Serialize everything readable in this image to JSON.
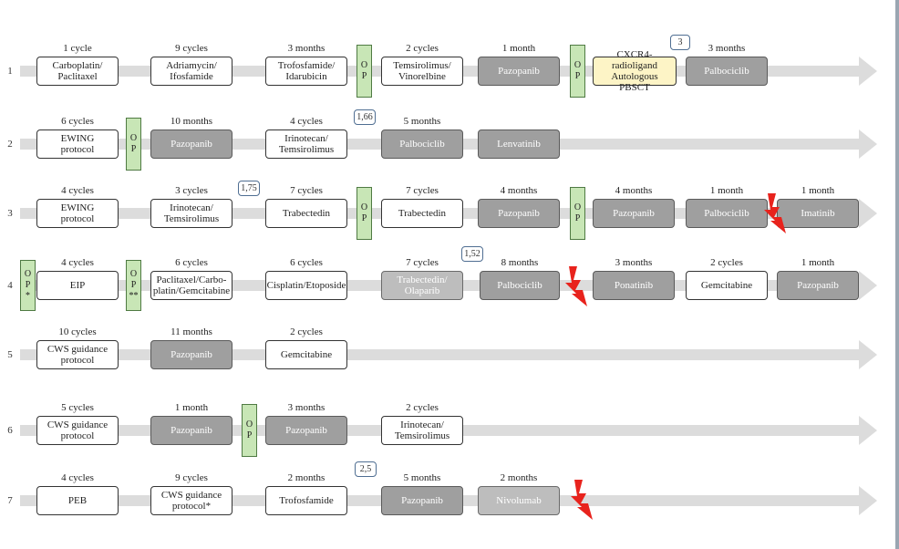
{
  "rows": [
    {
      "num": "1",
      "items": [
        {
          "duration": "1 cycle",
          "label": "Carboplatin/\nPaclitaxel",
          "style": "white"
        },
        {
          "duration": "9 cycles",
          "label": "Adriamycin/\nIfosfamide",
          "style": "white"
        },
        {
          "duration": "3 months",
          "label": "Trofosfamide/\nIdarubicin",
          "style": "white"
        },
        {
          "op": "O\nP"
        },
        {
          "duration": "2 cycles",
          "label": "Temsirolimus/\nVinorelbine",
          "style": "white"
        },
        {
          "duration": "1 month",
          "label": "Pazopanib",
          "style": "dark"
        },
        {
          "op": "O\nP"
        },
        {
          "label": "CXCR4-radioligand\nAutologous PBSCT",
          "style": "yellow"
        },
        {
          "duration": "3 months",
          "label": "Palbociclib",
          "style": "dark"
        }
      ],
      "badge": "3"
    },
    {
      "num": "2",
      "items": [
        {
          "duration": "6 cycles",
          "label": "EWING\nprotocol",
          "style": "white"
        },
        {
          "op": "O\nP"
        },
        {
          "duration": "10 months",
          "label": "Pazopanib",
          "style": "dark"
        },
        {
          "duration": "4 cycles",
          "label": "Irinotecan/\nTemsirolimus",
          "style": "white"
        },
        {
          "duration": "5 months",
          "label": "Palbociclib",
          "style": "dark"
        },
        {
          "label": "Lenvatinib",
          "style": "dark"
        }
      ],
      "badge": "1,66"
    },
    {
      "num": "3",
      "items": [
        {
          "duration": "4 cycles",
          "label": "EWING\nprotocol",
          "style": "white"
        },
        {
          "duration": "3 cycles",
          "label": "Irinotecan/\nTemsirolimus",
          "style": "white"
        },
        {
          "duration": "7 cycles",
          "label": "Trabectedin",
          "style": "white"
        },
        {
          "op": "O\nP"
        },
        {
          "duration": "7 cycles",
          "label": "Trabectedin",
          "style": "white"
        },
        {
          "duration": "4 months",
          "label": "Pazopanib",
          "style": "dark"
        },
        {
          "op": "O\nP"
        },
        {
          "duration": "4 months",
          "label": "Pazopanib",
          "style": "dark"
        },
        {
          "duration": "1 month",
          "label": "Palbociclib",
          "style": "dark"
        },
        {
          "duration": "1 month",
          "label": "Imatinib",
          "style": "dark"
        }
      ],
      "badge": "1,75"
    },
    {
      "num": "4",
      "items": [
        {
          "op": "O\nP\n*"
        },
        {
          "duration": "4 cycles",
          "label": "EIP",
          "style": "white"
        },
        {
          "op": "O\nP\n**"
        },
        {
          "duration": "6 cycles",
          "label": "Paclitaxel/Carbo-\nplatin/Gemcitabine",
          "style": "white"
        },
        {
          "duration": "6 cycles",
          "label": "Cisplatin/Etoposide",
          "style": "white"
        },
        {
          "duration": "7 cycles",
          "label": "Trabectedin/\nOlaparib",
          "style": "light"
        },
        {
          "duration": "8 months",
          "label": "Palbociclib",
          "style": "dark"
        },
        {
          "duration": "3 months",
          "label": "Ponatinib",
          "style": "dark"
        },
        {
          "duration": "2 cycles",
          "label": "Gemcitabine",
          "style": "white"
        },
        {
          "duration": "1 month",
          "label": "Pazopanib",
          "style": "dark"
        }
      ],
      "badge": "1,52"
    },
    {
      "num": "5",
      "items": [
        {
          "duration": "10 cycles",
          "label": "CWS guidance\nprotocol",
          "style": "white"
        },
        {
          "duration": "11 months",
          "label": "Pazopanib",
          "style": "dark"
        },
        {
          "duration": "2 cycles",
          "label": "Gemcitabine",
          "style": "white"
        }
      ]
    },
    {
      "num": "6",
      "items": [
        {
          "duration": "5 cycles",
          "label": "CWS guidance\nprotocol",
          "style": "white"
        },
        {
          "duration": "1 month",
          "label": "Pazopanib",
          "style": "dark"
        },
        {
          "op": "O\nP"
        },
        {
          "duration": "3 months",
          "label": "Pazopanib",
          "style": "dark"
        },
        {
          "duration": "2 cycles",
          "label": "Irinotecan/\nTemsirolimus",
          "style": "white"
        }
      ]
    },
    {
      "num": "7",
      "items": [
        {
          "duration": "4 cycles",
          "label": "PEB",
          "style": "white"
        },
        {
          "duration": "9 cycles",
          "label": "CWS guidance\nprotocol*",
          "style": "white"
        },
        {
          "duration": "2 months",
          "label": "Trofosfamide",
          "style": "white"
        },
        {
          "duration": "5 months",
          "label": "Pazopanib",
          "style": "dark"
        },
        {
          "duration": "2 months",
          "label": "Nivolumab",
          "style": "light"
        }
      ],
      "badge": "2,5"
    }
  ],
  "colors": {
    "arrow": "#dcdcdc",
    "dark_box": "#9f9f9f",
    "light_box": "#bdbdbd",
    "op_fill": "#c8e6b6",
    "cxcr4_fill": "#fdf4c6",
    "bolt": "#e8231d",
    "badge_border": "#4f6e92"
  },
  "icons": {
    "progression_marker": "lightning-bolt-icon"
  }
}
